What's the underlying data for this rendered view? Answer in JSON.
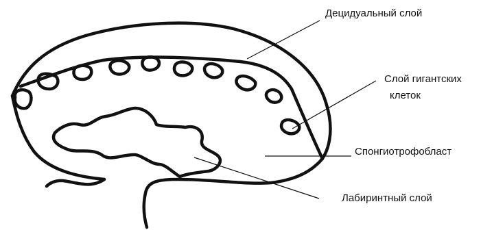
{
  "labels": {
    "decidual": "Децидуальный слой",
    "giant_cells_line1": "Слой гигантских",
    "giant_cells_line2": "клеток",
    "spongiotrophoblast": "Спонгиотрофобласт",
    "labyrinth": "Лабиринтный слой"
  },
  "colors": {
    "ink": "#111111",
    "background": "#ffffff"
  }
}
